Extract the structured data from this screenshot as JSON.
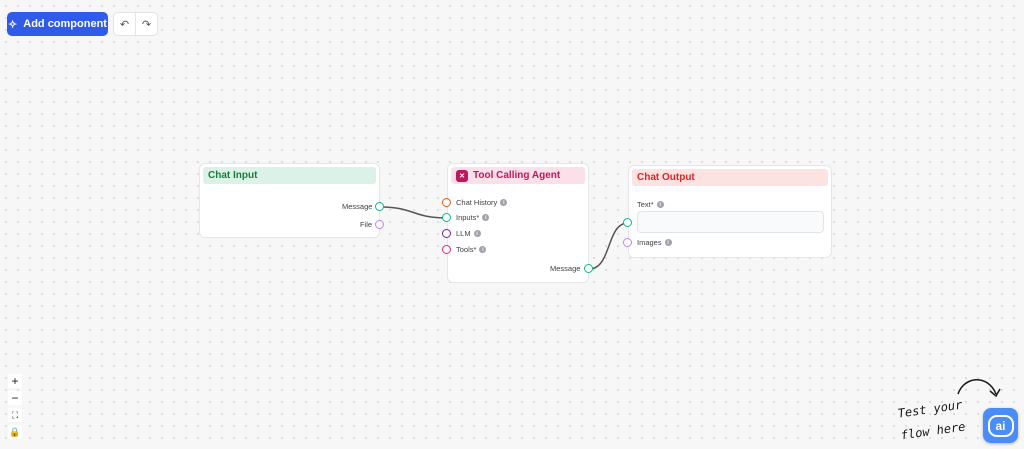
{
  "toolbar": {
    "add_component_label": "Add component",
    "add_icon": "sparkle-plus-icon",
    "undo_icon": "undo-icon",
    "redo_icon": "redo-icon"
  },
  "nodes": {
    "chat_input": {
      "title": "Chat Input",
      "header_bg": "#dcf2e6",
      "title_color": "#15803d",
      "outputs": [
        "Message",
        "File"
      ]
    },
    "agent": {
      "title": "Tool Calling Agent",
      "icon": "agent-icon",
      "header_bg": "#fbe0ea",
      "title_color": "#be185d",
      "inputs": [
        "Chat History",
        "Inputs*",
        "LLM",
        "Tools*"
      ],
      "output": "Message"
    },
    "chat_output": {
      "title": "Chat Output",
      "header_bg": "#fde2e2",
      "title_color": "#dc2626",
      "inputs": [
        "Text*",
        "Images"
      ],
      "text_value": ""
    }
  },
  "canvas_controls": [
    "zoom-in-icon",
    "zoom-out-icon",
    "fit-view-icon",
    "lock-icon"
  ],
  "hint": {
    "line1": "Test your",
    "line2": "flow here"
  },
  "colors": {
    "accent": "#2f5be8",
    "handle_message": "#10b981",
    "handle_file": "#c084fc",
    "handle_history": "#ea580c",
    "handle_llm": "#6b21a8",
    "handle_tools": "#db2777"
  }
}
